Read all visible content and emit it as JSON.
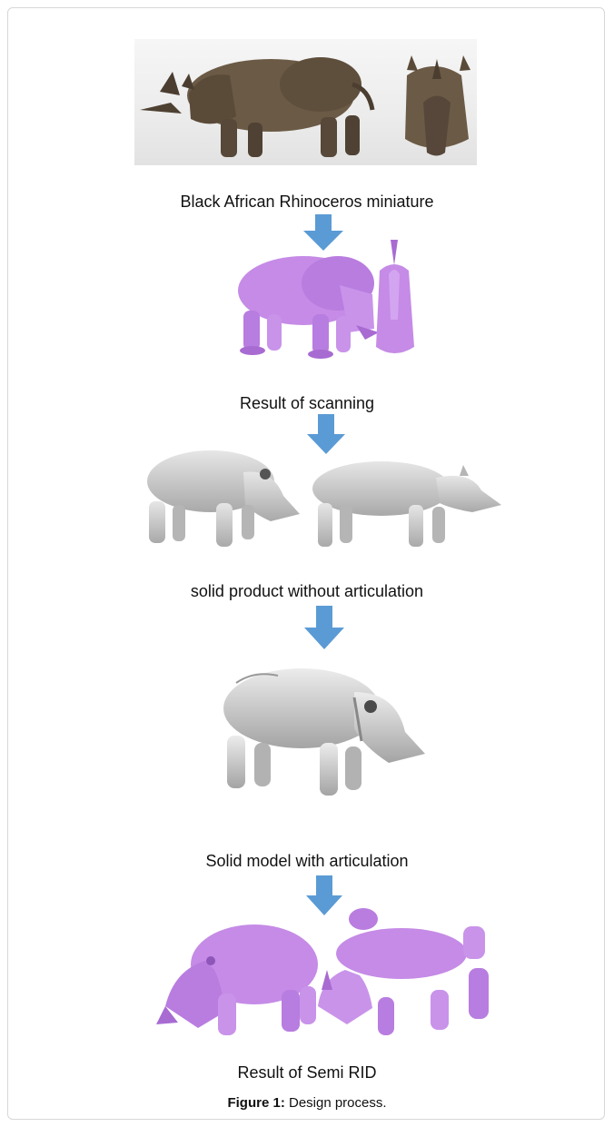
{
  "steps": [
    {
      "label": "Black African Rhinoceros miniature",
      "image": "photo of rhinoceros miniature, side and front views"
    },
    {
      "label": "Result of scanning",
      "image": "purple scanned mesh of rhinoceros, side and front views"
    },
    {
      "label": "solid product without articulation",
      "image": "grey solid rhinoceros models, two views"
    },
    {
      "label": "Solid model with articulation",
      "image": "grey articulated rhinoceros model"
    },
    {
      "label": "Result of Semi RID",
      "image": "purple articulated rhinoceros parts, assembled and exploded"
    }
  ],
  "arrow_icon": "down-arrow-icon",
  "colors": {
    "arrow": "#5b9bd5",
    "scan_mesh": "#c58be6",
    "solid_model": "#c9c9c9",
    "photo_skin": "#6b5a45"
  },
  "figure": {
    "label": "Figure 1:",
    "title": " Design process."
  }
}
